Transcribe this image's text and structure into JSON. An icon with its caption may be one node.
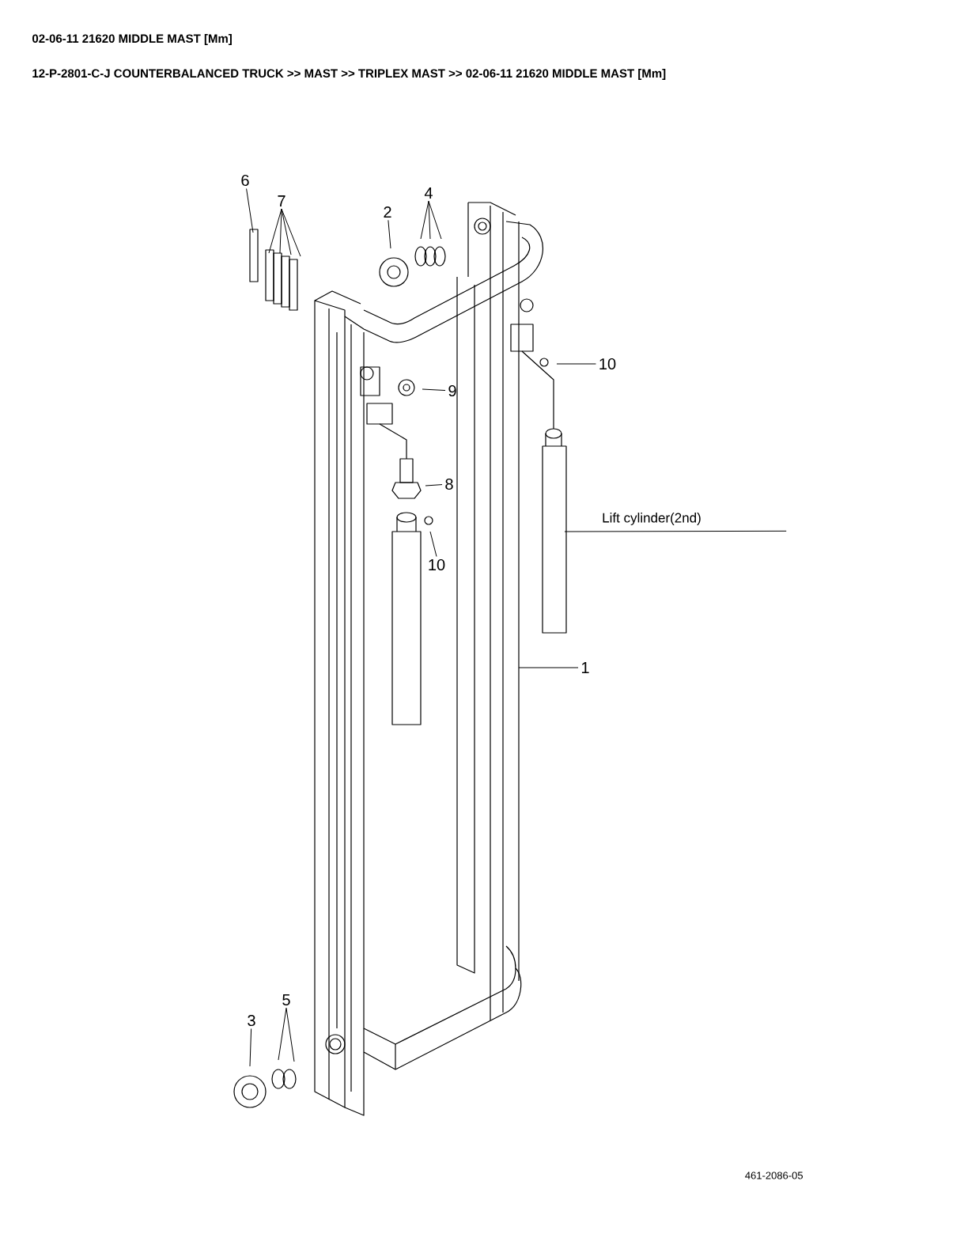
{
  "diagram": {
    "title": "02-06-11 21620 MIDDLE MAST [Mm]",
    "nodes": [
      {
        "text": [
          "6"
        ]
      },
      {
        "text": [
          "7"
        ]
      },
      {
        "text": [
          "2"
        ]
      },
      {
        "text": [
          "4"
        ]
      },
      {
        "text": [
          "10"
        ]
      },
      {
        "text": [
          "9"
        ]
      },
      {
        "text": [
          "8"
        ]
      },
      {
        "text": [
          "10"
        ]
      },
      {
        "text": [
          "1"
        ]
      },
      {
        "text": [
          "Lift cylinder(2nd)"
        ]
      },
      {
        "text": [
          "3"
        ]
      },
      {
        "text": [
          "5"
        ]
      }
    ],
    "edges": [
      {
        "from": 0,
        "to": null,
        "arrow": "none"
      },
      {
        "from": 1,
        "to": null,
        "arrow": "none"
      },
      {
        "from": 1,
        "to": null,
        "arrow": "none"
      },
      {
        "from": 1,
        "to": null,
        "arrow": "none"
      },
      {
        "from": 1,
        "to": null,
        "arrow": "none"
      },
      {
        "from": 2,
        "to": null,
        "arrow": "none"
      },
      {
        "from": 3,
        "to": null,
        "arrow": "none"
      },
      {
        "from": 3,
        "to": null,
        "arrow": "none"
      },
      {
        "from": 3,
        "to": null,
        "arrow": "none"
      },
      {
        "from": 4,
        "to": null,
        "arrow": "none"
      },
      {
        "from": 5,
        "to": null,
        "arrow": "none"
      },
      {
        "from": 6,
        "to": null,
        "arrow": "none"
      },
      {
        "from": 7,
        "to": null,
        "arrow": "none"
      },
      {
        "from": 8,
        "to": null,
        "arrow": "none"
      },
      {
        "from": 9,
        "to": null,
        "arrow": "none"
      },
      {
        "from": 10,
        "to": null,
        "arrow": "none"
      },
      {
        "from": 11,
        "to": null,
        "arrow": "none"
      },
      {
        "from": 11,
        "to": null,
        "arrow": "none"
      }
    ],
    "labels": [
      "12-P-2801-C-J COUNTERBALANCED TRUCK >> MAST >> TRIPLEX MAST >> 02-06-11 21620 MIDDLE MAST [Mm]",
      "461-2086-05"
    ]
  }
}
